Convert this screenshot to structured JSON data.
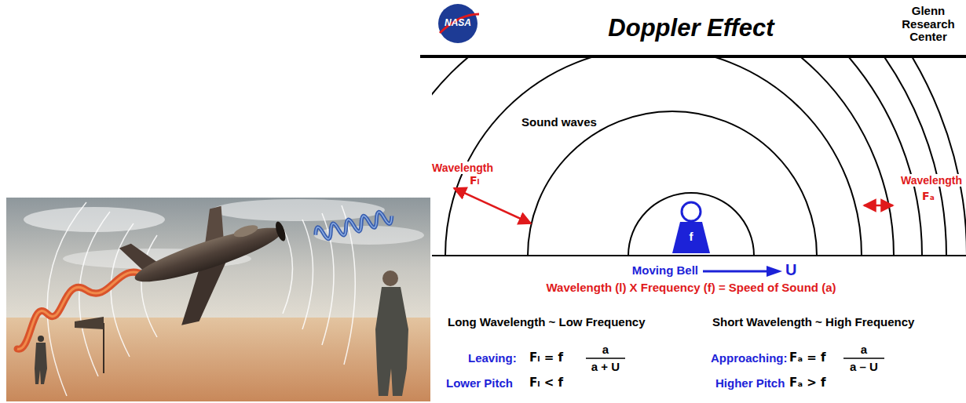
{
  "diagram": {
    "title": "Doppler Effect",
    "nodes": [
      {
        "text": [
          "f"
        ]
      }
    ],
    "labels": [
      "NASA",
      "Glenn Research Center",
      "Sound waves",
      "Wavelength",
      "Fₗ",
      "Wavelength",
      "Fₐ",
      "Moving Bell",
      "U",
      "Wavelength (l) X Frequency (f) = Speed of Sound (a)",
      "Long Wavelength ~ Low Frequency",
      "Short Wavelength ~ High Frequency",
      "Leaving:",
      "Fₗ = f",
      "a",
      "a + U",
      "Lower Pitch",
      "Fₗ < f",
      "Approaching:",
      "Fₐ = f",
      "a",
      "a – U",
      "Higher Pitch",
      "Fₐ > f"
    ]
  }
}
